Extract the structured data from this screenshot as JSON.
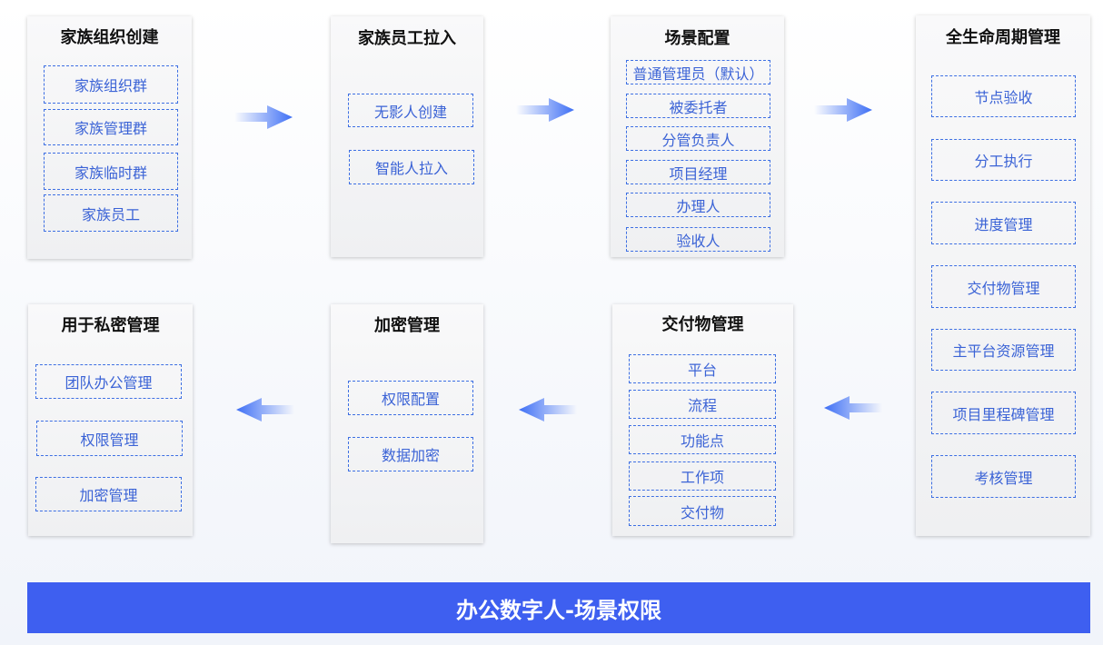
{
  "cards": {
    "family_org": {
      "title": "家族组织创建",
      "items": [
        "家族组织群",
        "家族管理群",
        "家族临时群",
        "家族员工"
      ]
    },
    "staff_pull": {
      "title": "家族员工拉入",
      "items": [
        "无影人创建",
        "智能人拉入"
      ]
    },
    "scene_config": {
      "title": "场景配置",
      "items": [
        "普通管理员（默认）",
        "被委托者",
        "分管负责人",
        "项目经理",
        "办理人",
        "验收人"
      ]
    },
    "lifecycle": {
      "title": "全生命周期管理",
      "items": [
        "节点验收",
        "分工执行",
        "进度管理",
        "交付物管理",
        "主平台资源管理",
        "项目里程碑管理",
        "考核管理"
      ]
    },
    "private": {
      "title": "用于私密管理",
      "items": [
        "团队办公管理",
        "权限管理",
        "加密管理"
      ]
    },
    "encrypt": {
      "title": "加密管理",
      "items": [
        "权限配置",
        "数据加密"
      ]
    },
    "deliverable": {
      "title": "交付物管理",
      "items": [
        "平台",
        "流程",
        "功能点",
        "工作项",
        "交付物"
      ]
    }
  },
  "banner": "办公数字人-场景权限",
  "colors": {
    "accent": "#3e5ff0",
    "item_text": "#3b63d6",
    "item_border": "#3d6fe3"
  }
}
